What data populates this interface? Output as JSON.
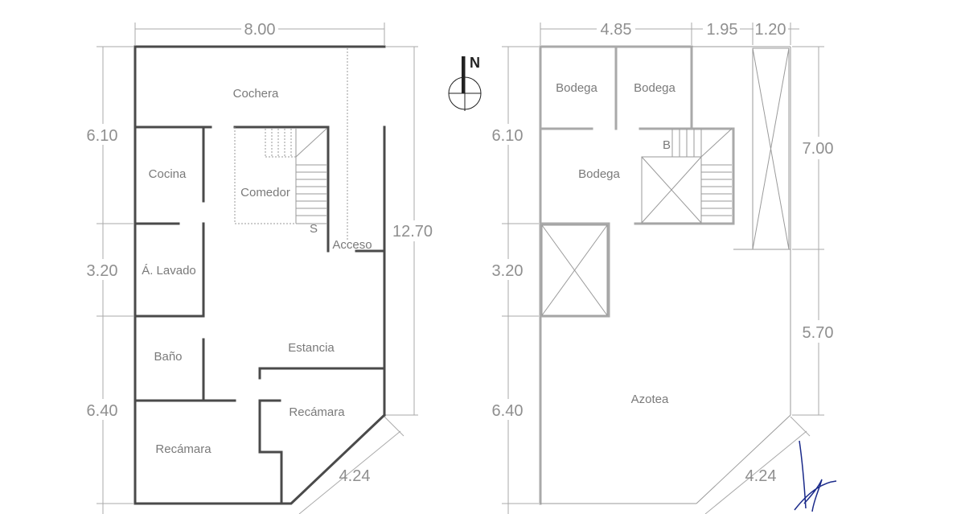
{
  "left_plan": {
    "rooms": {
      "cochera": "Cochera",
      "cocina": "Cocina",
      "comedor": "Comedor",
      "lavado": "Á. Lavado",
      "acceso": "Acceso",
      "bano": "Baño",
      "estancia": "Estancia",
      "recamara_1": "Recámara",
      "recamara_2": "Recámara"
    },
    "stair_mark": "S",
    "dims": {
      "top": "8.00",
      "left_1": "6.10",
      "left_2": "3.20",
      "left_3": "6.40",
      "right": "12.70",
      "diag": "4.24"
    }
  },
  "right_plan": {
    "rooms": {
      "bodega_1": "Bodega",
      "bodega_2": "Bodega",
      "bodega_3": "Bodega",
      "azotea": "Azotea"
    },
    "stair_mark": "B",
    "dims": {
      "top_1": "4.85",
      "top_2": "1.95",
      "top_3": "1.20",
      "left_1": "6.10",
      "left_2": "3.20",
      "left_3": "6.40",
      "right_1": "7.00",
      "right_2": "5.70",
      "diag": "4.24"
    }
  },
  "north_label": "N"
}
